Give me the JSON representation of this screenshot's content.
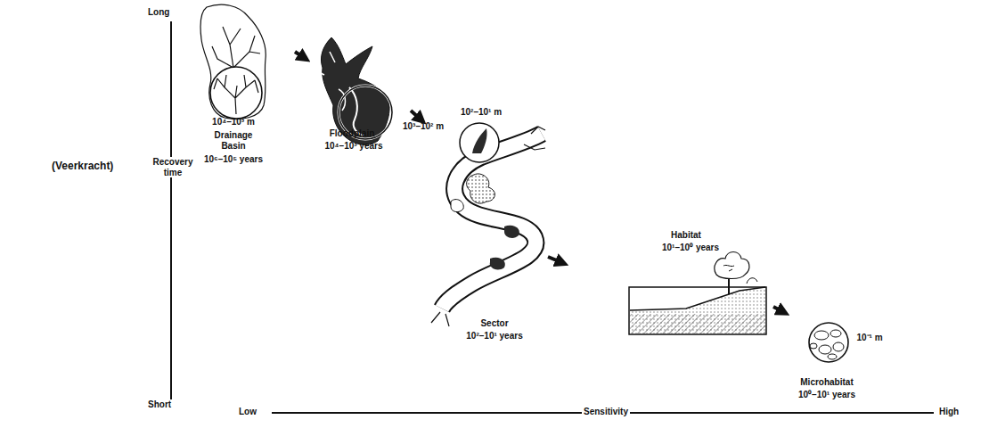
{
  "diagram": {
    "nodes": [
      {
        "text": [
          "10⁴–10³ m",
          "Drainage Basin",
          "10⁶–10⁵ years"
        ]
      },
      {
        "text": [
          "10³–10² m",
          "Floodplain",
          "10⁴–10³ years"
        ]
      },
      {
        "text": [
          "10²–10¹ m",
          "Sector",
          "10²–10¹ years"
        ]
      },
      {
        "text": [
          "Habitat",
          "10¹–10⁰ years"
        ]
      },
      {
        "text": [
          "10⁻¹ m",
          "Microhabitat",
          "10⁰–10¹ years"
        ]
      }
    ],
    "edges": [
      {
        "from": 0,
        "to": 1,
        "arrow": "to"
      },
      {
        "from": 1,
        "to": 2,
        "arrow": "to"
      },
      {
        "from": 2,
        "to": 3,
        "arrow": "to"
      },
      {
        "from": 3,
        "to": 4,
        "arrow": "to"
      }
    ],
    "labels": [
      "(Veerkracht)",
      "Long",
      "Recovery time",
      "Short",
      "Low",
      "Sensitivity",
      "High"
    ]
  }
}
